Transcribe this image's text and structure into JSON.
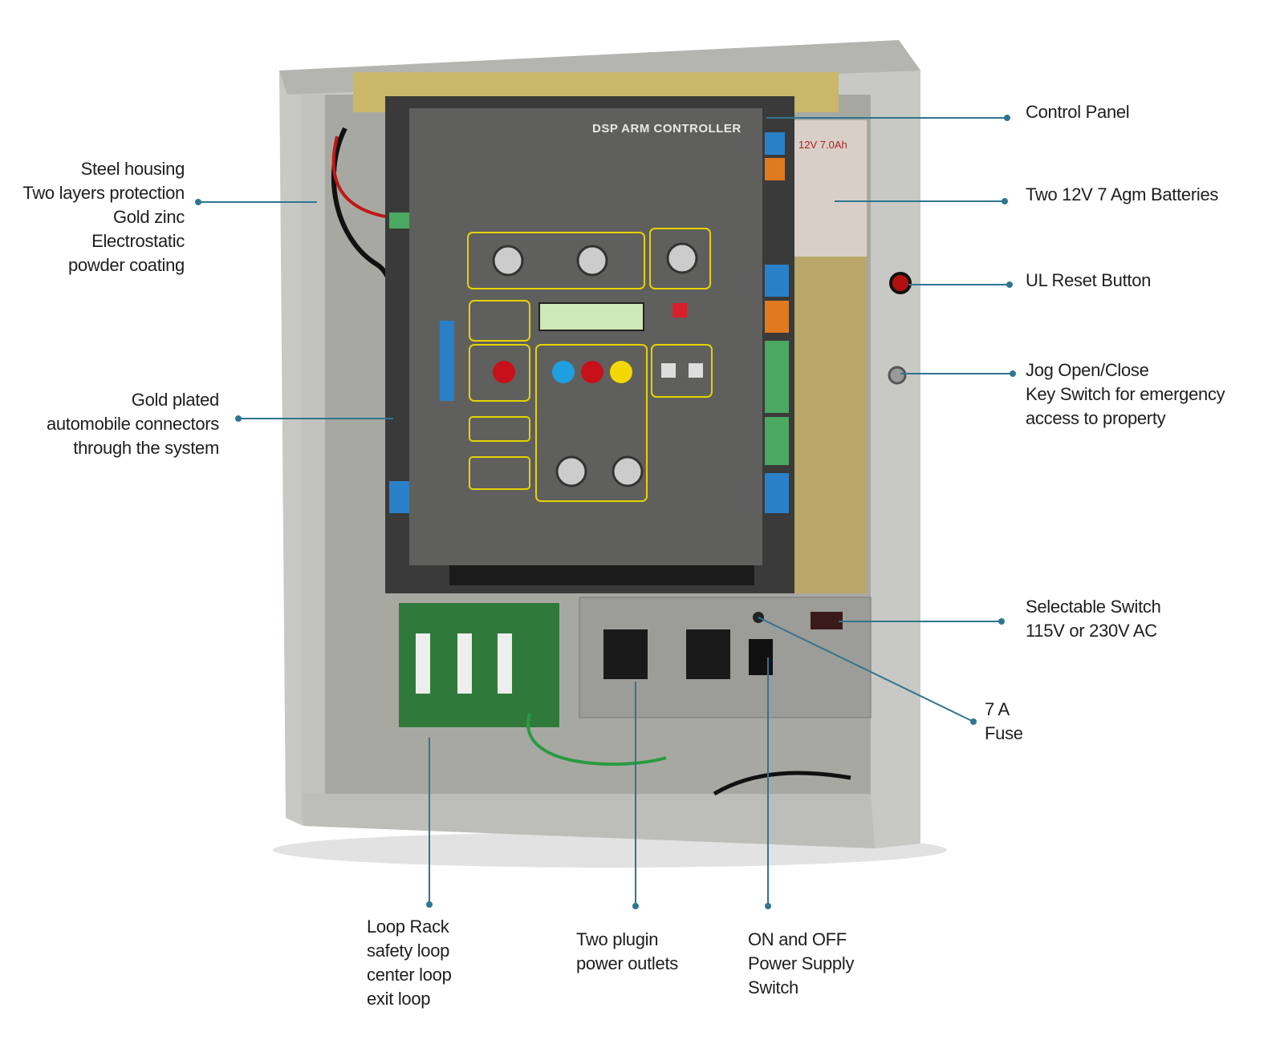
{
  "product": {
    "panel_title": "DSP ARM CONTROLLER"
  },
  "callouts": {
    "housing": [
      "Steel housing",
      "Two layers protection",
      "Gold zinc",
      "Electrostatic",
      "powder coating"
    ],
    "connectors": [
      "Gold plated",
      "automobile connectors",
      "through the system"
    ],
    "control_panel": [
      "Control Panel"
    ],
    "batteries": [
      "Two 12V 7 Agm Batteries"
    ],
    "reset": [
      "UL Reset Button"
    ],
    "jog": [
      "Jog Open/Close",
      "Key Switch for emergency",
      "access to property"
    ],
    "selectable": [
      "Selectable Switch",
      "115V or 230V AC"
    ],
    "fuse": [
      "7 A",
      "Fuse"
    ],
    "loop_rack": [
      "Loop Rack",
      "safety loop",
      "center loop",
      "exit loop"
    ],
    "outlets": [
      "Two plugin",
      "power outlets"
    ],
    "power_switch": [
      "ON and OFF",
      "Power  Supply",
      "Switch"
    ]
  },
  "colors": {
    "leader_line": "#2f7590",
    "housing": "#c9c9c6",
    "control_panel": "#5f605d",
    "panel_accent": "#e6d200"
  }
}
